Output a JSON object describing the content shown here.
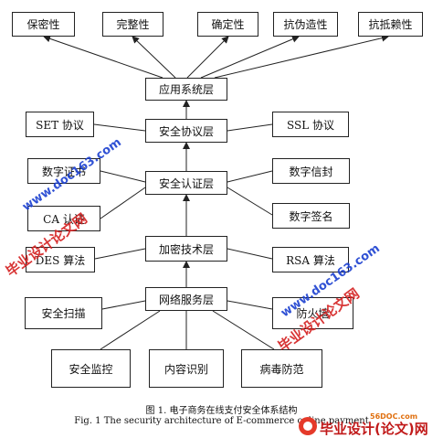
{
  "top_properties": [
    "保密性",
    "完整性",
    "确定性",
    "抗伪造性",
    "抗抵赖性"
  ],
  "layers": {
    "application": "应用系统层",
    "security_protocol": "安全协议层",
    "security_auth": "安全认证层",
    "encryption": "加密技术层",
    "network_service": "网络服务层"
  },
  "protocols": {
    "left": "SET 协议",
    "right": "SSL 协议"
  },
  "auth": {
    "left_top": "数字证书",
    "left_bottom": "CA 认证",
    "right_top": "数字信封",
    "right_bottom": "数字签名"
  },
  "encryption": {
    "left": "DES 算法",
    "right": "RSA 算法"
  },
  "network": {
    "left": "安全扫描",
    "right": "防火墙",
    "bottom": [
      "安全监控",
      "内容识别",
      "病毒防范"
    ]
  },
  "caption": {
    "cn": "图 1. 电子商务在线支付安全体系结构",
    "en": "Fig. 1 The security architecture of E-commerce online payment"
  },
  "watermarks": {
    "site": "www.doc163.com",
    "school": "毕业设计论文网",
    "brand": "毕业设计(论文)网",
    "logo_site": "56DOC.com"
  }
}
